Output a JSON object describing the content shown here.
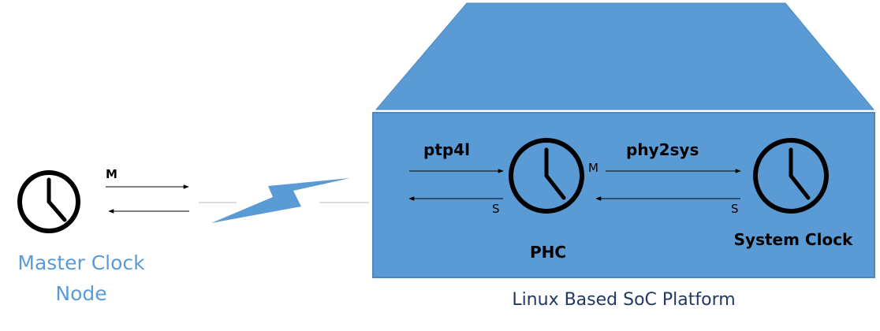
{
  "colors": {
    "platform_fill": "#5b9bd5",
    "platform_edge": "#4a89c2",
    "lightning": "#5b9bd5",
    "master_label": "#5b9bd5",
    "platform_label": "#1f3864",
    "connector": "#d0d0d0"
  },
  "master": {
    "icon": "clock-icon",
    "label_line1": "Master Clock",
    "label_line2": "Node",
    "port_label": "M"
  },
  "link": {
    "icon": "lightning-bolt-icon"
  },
  "platform": {
    "label": "Linux Based SoC Platform",
    "ptp4l_label": "ptp4l",
    "phy2sys_label": "phy2sys",
    "phc": {
      "icon": "clock-icon",
      "label": "PHC",
      "port_master": "M",
      "port_slave": "S"
    },
    "system_clock": {
      "icon": "clock-icon",
      "label": "System Clock",
      "port_slave": "S"
    }
  }
}
